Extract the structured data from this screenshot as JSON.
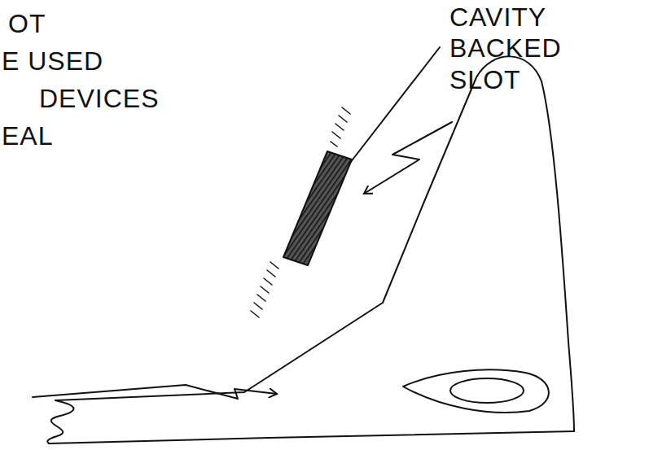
{
  "diagram": {
    "labels": [
      "OT",
      "E USED",
      "DEVICES",
      "EAL",
      "CAVITY BACKED SLOT"
    ]
  }
}
